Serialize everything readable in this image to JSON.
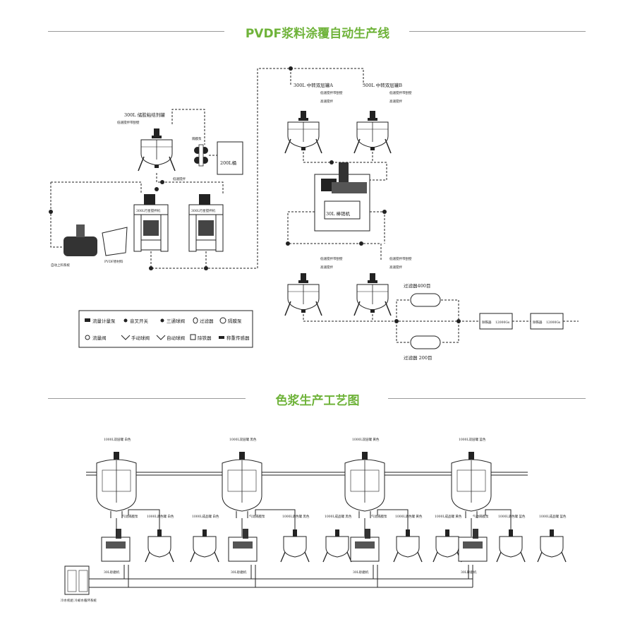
{
  "section1": {
    "title": "PVDF浆料涂覆自动生产线",
    "labels": {
      "tank_300l_glue": "300L 储胶粘结剂罐",
      "tank_300l_glue_sub": "低速搅拌带刮壁",
      "diaphragm_pump": "隔膜泵",
      "bucket_200l": "200L桶",
      "low_speed_stir": "低速搅拌",
      "planetary_mixer_1": "300L行星搅拌机",
      "planetary_mixer_2": "300L行星搅拌机",
      "auto_feed_system": "自动上料系统",
      "pvdf_material": "PVDF原材料",
      "transfer_tank_a": "300L 中转双层罐A",
      "transfer_tank_b": "300L 中转双层罐B",
      "tank_sub_1": "低速搅拌带刮壁",
      "tank_sub_2": "高速搅拌",
      "sand_mill": "30L 棒销机",
      "filter_400": "过滤器400目",
      "filter_200": "过滤器 200目",
      "demagnetizer_1": "除铁器",
      "demagnetizer_1_sub": "12000Gs",
      "demagnetizer_2": "除铁器",
      "demagnetizer_2_sub": "12000Gs"
    },
    "legend": [
      {
        "icon": "flow-meter-icon",
        "label": "流量计量泵"
      },
      {
        "icon": "fork-switch-icon",
        "label": "音叉开关"
      },
      {
        "icon": "three-way-valve-icon",
        "label": "三通球阀"
      },
      {
        "icon": "filter-icon",
        "label": "过滤器"
      },
      {
        "icon": "diaphragm-pump-icon",
        "label": "隔膜泵"
      },
      {
        "icon": "flow-pump-icon",
        "label": "流量阀"
      },
      {
        "icon": "manual-valve-icon",
        "label": "手动球阀"
      },
      {
        "icon": "auto-valve-icon",
        "label": "自动球阀"
      },
      {
        "icon": "demagnetizer-icon",
        "label": "除铁器"
      },
      {
        "icon": "weighing-sensor-icon",
        "label": "称重传感器"
      }
    ]
  },
  "section2": {
    "title": "色浆生产工艺图",
    "top_tanks": [
      "1000L双层罐 白色",
      "1000L双层罐 黑色",
      "1000L双层罐 黄色",
      "1000L双层罐 蓝色"
    ],
    "units": [
      {
        "mill": "30L砂磨机",
        "feed": "气动隔膜泵",
        "tank1": "1000L调色罐 白色",
        "tank2": "1000L成品罐 白色"
      },
      {
        "mill": "30L砂磨机",
        "feed": "气动隔膜泵",
        "tank1": "1000L调色罐 黑色",
        "tank2": "1000L成品罐 黑色"
      },
      {
        "mill": "30L砂磨机",
        "feed": "气动隔膜泵",
        "tank1": "1000L调色罐 黄色",
        "tank2": "1000L成品罐 黄色"
      },
      {
        "mill": "30L砂磨机",
        "feed": "气动隔膜泵",
        "tank1": "1000L调色罐 蓝色",
        "tank2": "1000L成品罐 蓝色"
      }
    ],
    "chiller": "冷水机组 冷却水循环系统"
  },
  "colors": {
    "title_green": "#6fb33a",
    "line": "#222222",
    "rule": "#9a9a9a"
  }
}
